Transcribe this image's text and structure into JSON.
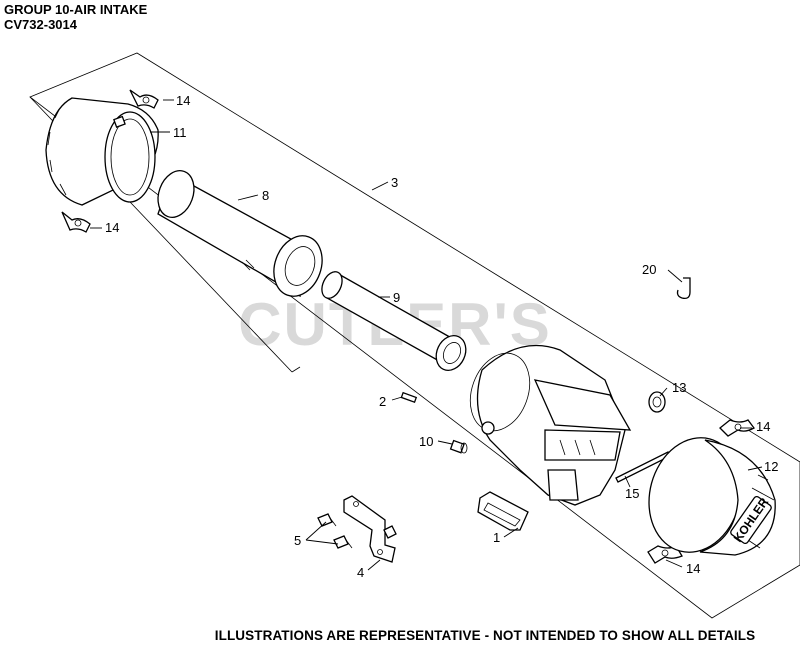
{
  "header": {
    "group": "GROUP 10-AIR INTAKE",
    "model": "CV732-3014"
  },
  "watermark": "CUTLER'S",
  "brand_plate": "KOHLER",
  "footer": "ILLUSTRATIONS ARE REPRESENTATIVE - NOT INTENDED TO SHOW ALL DETAILS",
  "callouts": {
    "c1": "1",
    "c2": "2",
    "c3": "3",
    "c4": "4",
    "c5": "5",
    "c8": "8",
    "c9": "9",
    "c10": "10",
    "c11": "11",
    "c12": "12",
    "c13": "13",
    "c14a": "14",
    "c14b": "14",
    "c14c": "14",
    "c14d": "14",
    "c15": "15",
    "c20": "20"
  }
}
